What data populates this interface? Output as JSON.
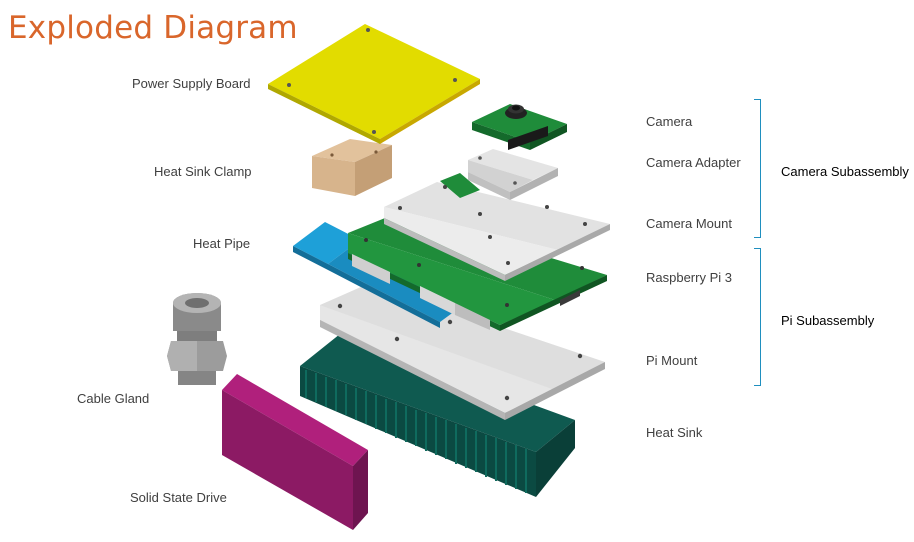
{
  "title": "Exploded Diagram",
  "labels": {
    "power_supply_board": "Power Supply Board",
    "heat_sink_clamp": "Heat Sink Clamp",
    "heat_pipe": "Heat Pipe",
    "cable_gland": "Cable Gland",
    "solid_state_drive": "Solid State Drive",
    "camera": "Camera",
    "camera_adapter": "Camera Adapter",
    "camera_mount": "Camera Mount",
    "raspberry_pi_3": "Raspberry Pi 3",
    "pi_mount": "Pi Mount",
    "heat_sink": "Heat Sink"
  },
  "groups": {
    "camera_subassembly": "Camera Subassembly",
    "pi_subassembly": "Pi Subassembly"
  },
  "colors": {
    "title": "#d9662b",
    "bracket": "#1f8fbf",
    "psu_board": "#e2dc00",
    "pcb_green": "#1f8c3a",
    "mount_gray": "#dcdcdc",
    "heat_sink": "#0f5a50",
    "heat_pipe": "#1ea0d8",
    "ssd": "#8c1a64",
    "clamp": "#d7b48c"
  }
}
